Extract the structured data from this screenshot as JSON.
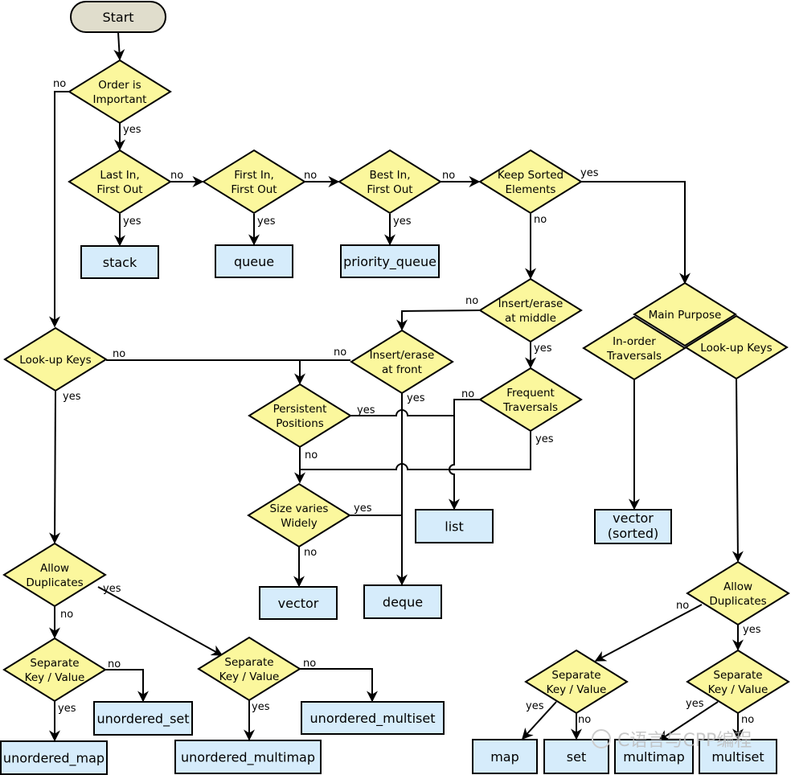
{
  "start": "Start",
  "decisions": {
    "order": [
      "Order is",
      "Important"
    ],
    "lifo": [
      "Last In,",
      "First Out"
    ],
    "fifo": [
      "First In,",
      "First Out"
    ],
    "best": [
      "Best In,",
      "First Out"
    ],
    "sorted": [
      "Keep Sorted",
      "Elements"
    ],
    "middle": [
      "Insert/erase",
      "at middle"
    ],
    "front": [
      "Insert/erase",
      "at front"
    ],
    "frequent": [
      "Frequent",
      "Traversals"
    ],
    "persistent": [
      "Persistent",
      "Positions"
    ],
    "size": [
      "Size varies",
      "Widely"
    ],
    "lookup": [
      "Look-up Keys"
    ],
    "allow_dup_left": [
      "Allow",
      "Duplicates"
    ],
    "sep_kv_1": [
      "Separate",
      "Key / Value"
    ],
    "sep_kv_2": [
      "Separate",
      "Key / Value"
    ],
    "main_purpose": [
      "Main Purpose"
    ],
    "inorder": [
      "In-order",
      "Traversals"
    ],
    "lookup_right": [
      "Look-up Keys"
    ],
    "allow_dup_right": [
      "Allow",
      "Duplicates"
    ],
    "sep_kv_3": [
      "Separate",
      "Key / Value"
    ],
    "sep_kv_4": [
      "Separate",
      "Key / Value"
    ]
  },
  "containers": {
    "stack": "stack",
    "queue": "queue",
    "priority_queue": "priority_queue",
    "list": "list",
    "vector_sorted": [
      "vector",
      "(sorted)"
    ],
    "vector": "vector",
    "deque": "deque",
    "unordered_set": "unordered_set",
    "unordered_multiset": "unordered_multiset",
    "unordered_map": "unordered_map",
    "unordered_multimap": "unordered_multimap",
    "map": "map",
    "set": "set",
    "multimap": "multimap",
    "multiset": "multiset"
  },
  "edge_labels": [
    "no",
    "yes",
    "no",
    "yes",
    "no",
    "yes",
    "no",
    "yes",
    "yes",
    "no",
    "no",
    "yes",
    "no",
    "no",
    "yes",
    "yes",
    "yes",
    "no",
    "yes",
    "no",
    "yes",
    "no",
    "yes",
    "no",
    "no",
    "yes",
    "no",
    "yes",
    "no",
    "yes",
    "yes",
    "no",
    "yes",
    "no"
  ],
  "watermark": "C语言与CPP编程"
}
